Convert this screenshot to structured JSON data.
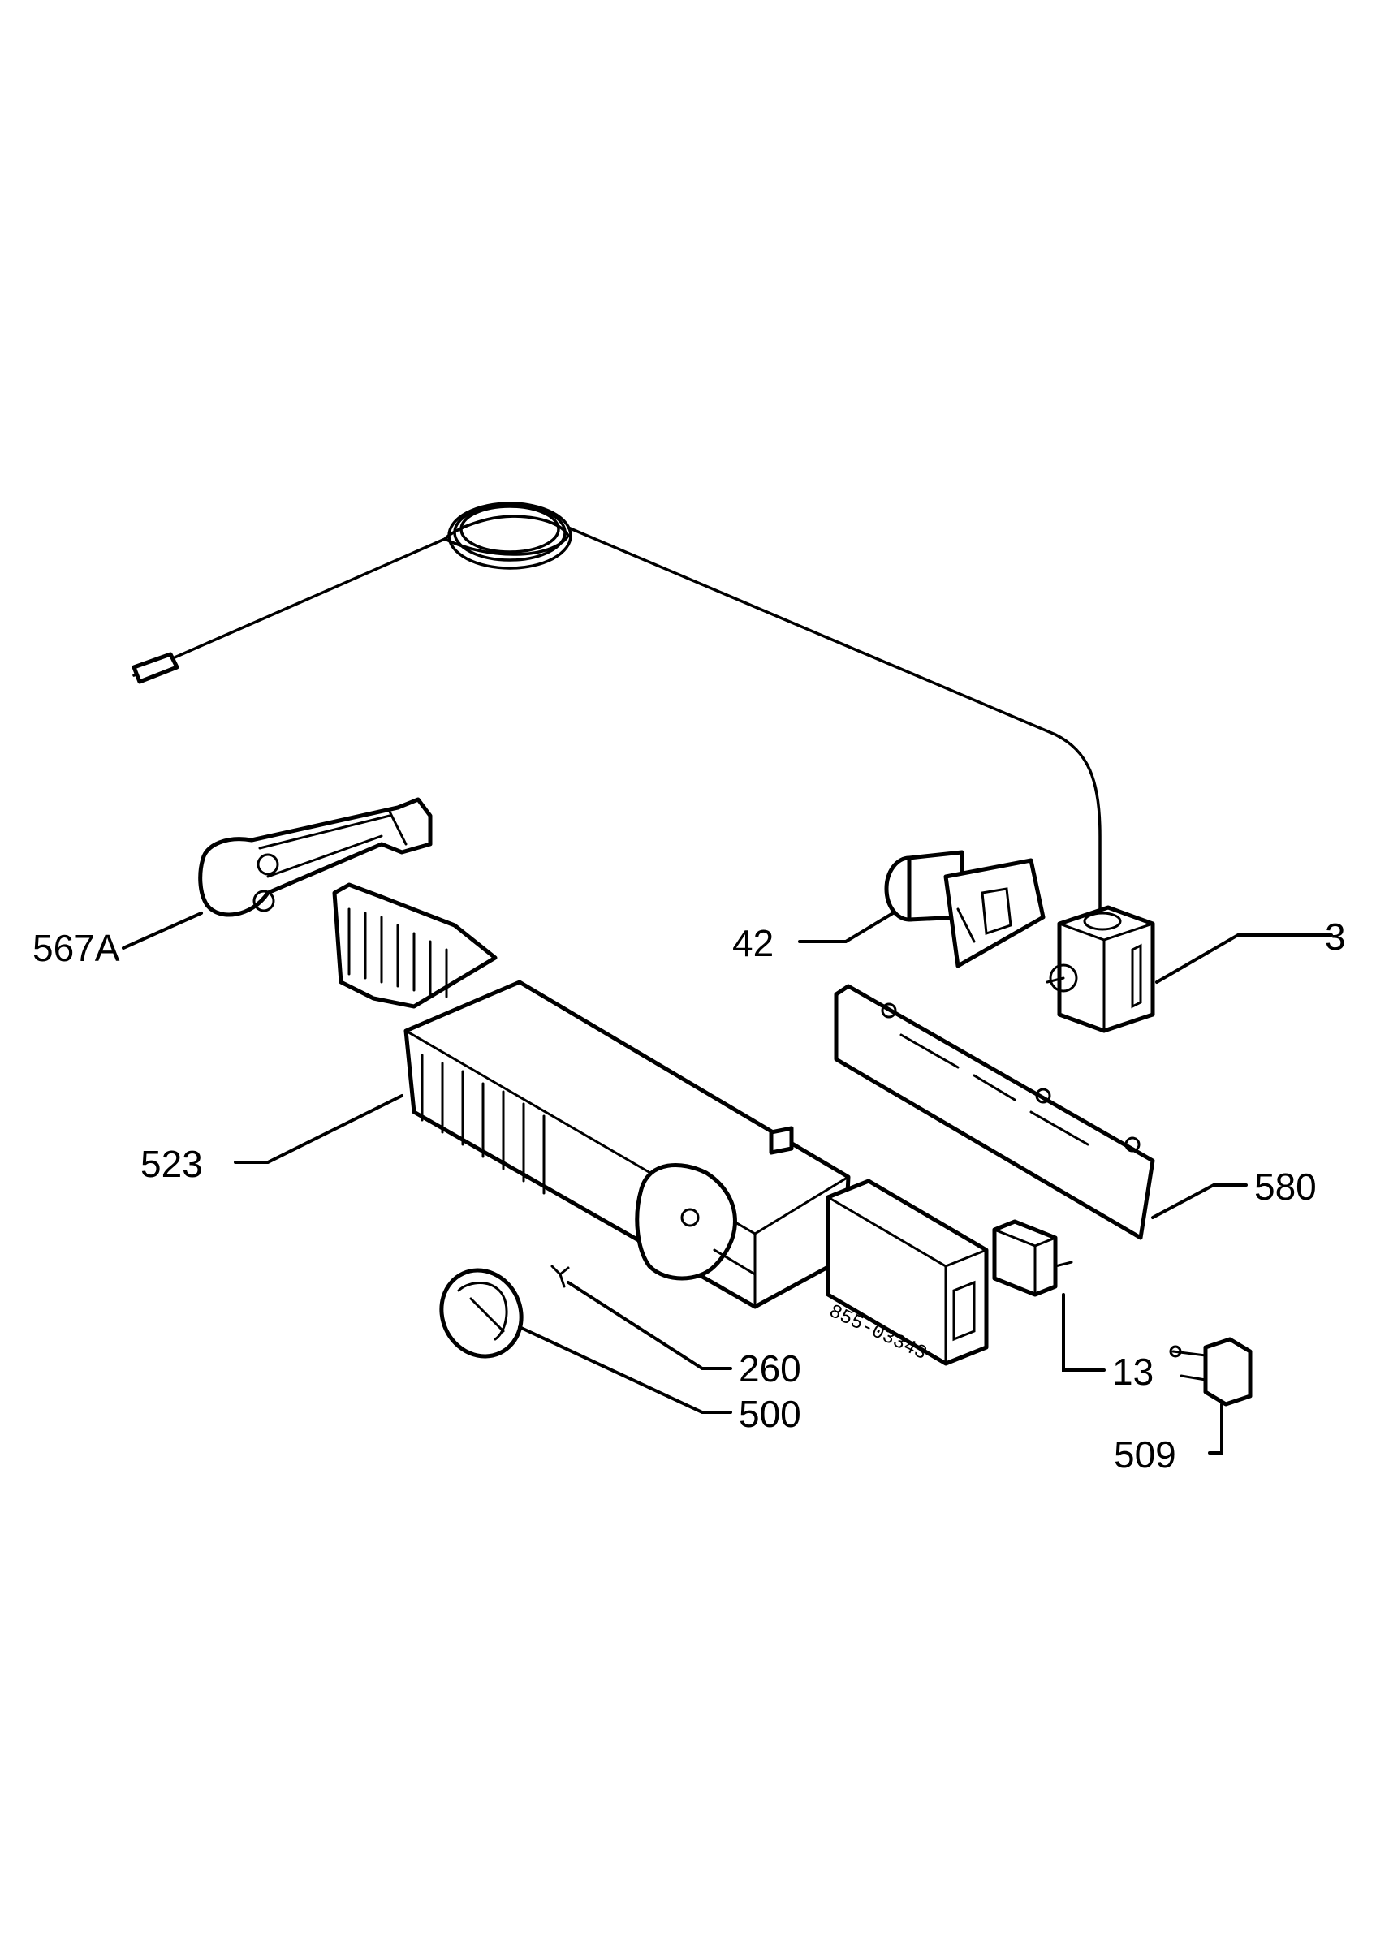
{
  "callouts": {
    "c567a": "567A",
    "c42": "42",
    "c3": "3",
    "c523": "523",
    "c580": "580",
    "c260": "260",
    "c500": "500",
    "c13": "13",
    "c509": "509"
  },
  "part_stamp": "855-03343",
  "colors": {
    "line": "#000000",
    "background": "#ffffff"
  }
}
